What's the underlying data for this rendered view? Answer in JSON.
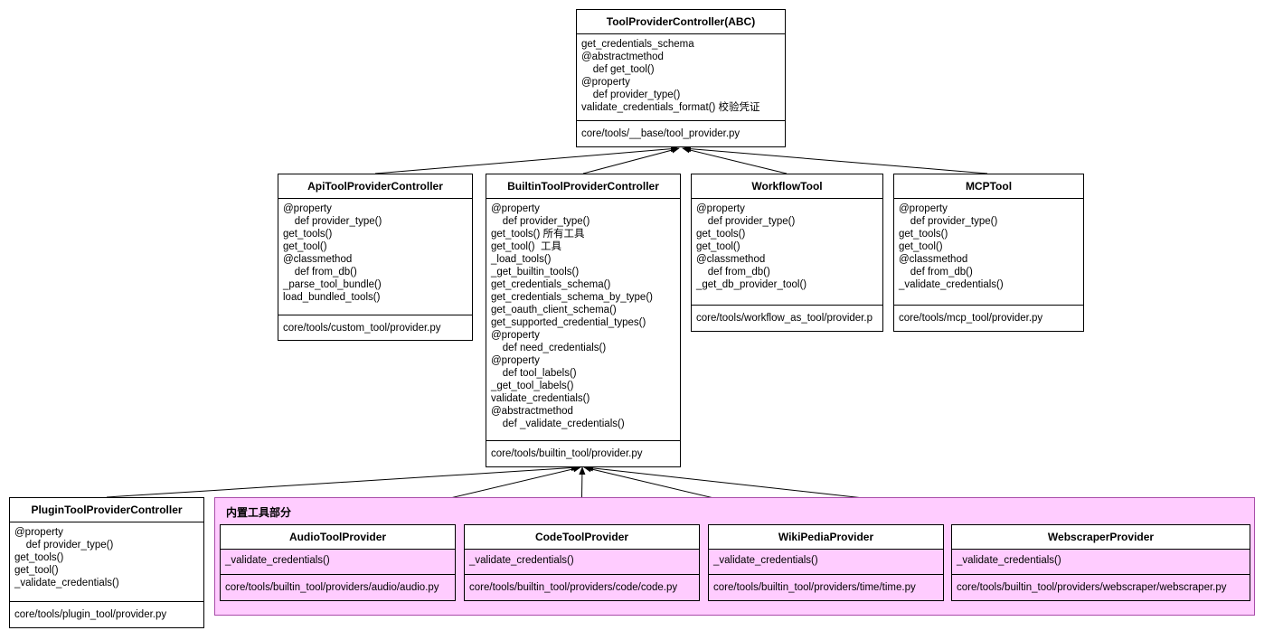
{
  "classes": {
    "base": {
      "name": "ToolProviderController(ABC)",
      "members": [
        "get_credentials_schema",
        "@abstractmethod",
        "    def get_tool()",
        "@property",
        "    def provider_type()",
        "validate_credentials_format() 校验凭证"
      ],
      "path": "core/tools/__base/tool_provider.py"
    },
    "api": {
      "name": "ApiToolProviderController",
      "members": [
        "@property",
        "    def provider_type()",
        "get_tools()",
        "get_tool()",
        "@classmethod",
        "    def from_db()",
        "_parse_tool_bundle()",
        "load_bundled_tools()"
      ],
      "path": "core/tools/custom_tool/provider.py"
    },
    "builtin": {
      "name": "BuiltinToolProviderController",
      "members": [
        "@property",
        "    def provider_type()",
        "get_tools() 所有工具",
        "get_tool()  工具",
        "_load_tools()",
        "_get_builtin_tools()",
        "get_credentials_schema()",
        "get_credentials_schema_by_type()",
        "get_oauth_client_schema()",
        "get_supported_credential_types()",
        "@property",
        "    def need_credentials()",
        "@property",
        "    def tool_labels()",
        "_get_tool_labels()",
        "validate_credentials()",
        "@abstractmethod",
        "    def _validate_credentials()"
      ],
      "path": "core/tools/builtin_tool/provider.py"
    },
    "workflow": {
      "name": "WorkflowTool",
      "members": [
        "@property",
        "    def provider_type()",
        "get_tools()",
        "get_tool()",
        "@classmethod",
        "    def from_db()",
        "_get_db_provider_tool()"
      ],
      "path": "core/tools/workflow_as_tool/provider.p"
    },
    "mcp": {
      "name": "MCPTool",
      "members": [
        "@property",
        "    def provider_type()",
        "get_tools()",
        "get_tool()",
        "@classmethod",
        "    def from_db()",
        "_validate_credentials()"
      ],
      "path": "core/tools/mcp_tool/provider.py"
    },
    "plugin": {
      "name": "PluginToolProviderController",
      "members": [
        "@property",
        "    def provider_type()",
        "get_tools()",
        "get_tool()",
        "_validate_credentials()"
      ],
      "path": "core/tools/plugin_tool/provider.py"
    },
    "audio": {
      "name": "AudioToolProvider",
      "members": [
        "_validate_credentials()"
      ],
      "path": "core/tools/builtin_tool/providers/audio/audio.py"
    },
    "code": {
      "name": "CodeToolProvider",
      "members": [
        "_validate_credentials()"
      ],
      "path": "core/tools/builtin_tool/providers/code/code.py"
    },
    "wiki": {
      "name": "WikiPediaProvider",
      "members": [
        "_validate_credentials()"
      ],
      "path": "core/tools/builtin_tool/providers/time/time.py"
    },
    "webscraper": {
      "name": "WebscraperProvider",
      "members": [
        "_validate_credentials()"
      ],
      "path": "core/tools/builtin_tool/providers/webscraper/webscraper.py"
    }
  },
  "group": {
    "title": "内置工具部分",
    "color": "#ffccff"
  }
}
